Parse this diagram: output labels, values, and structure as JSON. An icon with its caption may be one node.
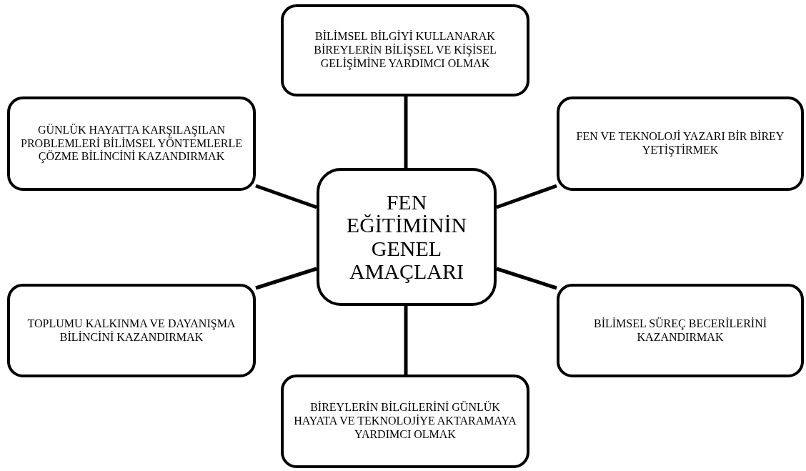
{
  "diagram": {
    "nodes": [
      {
        "text": [
          "BİLİMSEL BİLGİYİ KULLANARAK BİREYLERİN BİLİŞSEL VE KİŞİSEL GELİŞİMİNE YARDIMCI OLMAK"
        ]
      },
      {
        "text": [
          "GÜNLÜK HAYATTA KARŞILAŞILAN PROBLEMLERİ BİLİMSEL YÖNTEMLERLE ÇÖZME BİLİNCİNİ KAZANDIRMAK"
        ]
      },
      {
        "text": [
          "FEN VE TEKNOLOJİ YAZARI BİR BİREY YETİŞTİRMEK"
        ]
      },
      {
        "text": [
          "FEN EĞİTİMİNİN GENEL AMAÇLARI"
        ]
      },
      {
        "text": [
          "TOPLUMU KALKINMA VE DAYANIŞMA BİLİNCİNİ KAZANDIRMAK"
        ]
      },
      {
        "text": [
          "BİLİMSEL SÜREÇ BECERİLERİNİ KAZANDIRMAK"
        ]
      },
      {
        "text": [
          "BİREYLERİN BİLGİLERİNİ GÜNLÜK HAYATA VE TEKNOLOJİYE AKTARAMAYA YARDIMCI OLMAK"
        ]
      }
    ],
    "edges": [
      {
        "from": 3,
        "to": 0,
        "arrow": "none"
      },
      {
        "from": 3,
        "to": 1,
        "arrow": "none"
      },
      {
        "from": 3,
        "to": 2,
        "arrow": "none"
      },
      {
        "from": 3,
        "to": 4,
        "arrow": "none"
      },
      {
        "from": 3,
        "to": 5,
        "arrow": "none"
      },
      {
        "from": 3,
        "to": 6,
        "arrow": "none"
      }
    ]
  }
}
